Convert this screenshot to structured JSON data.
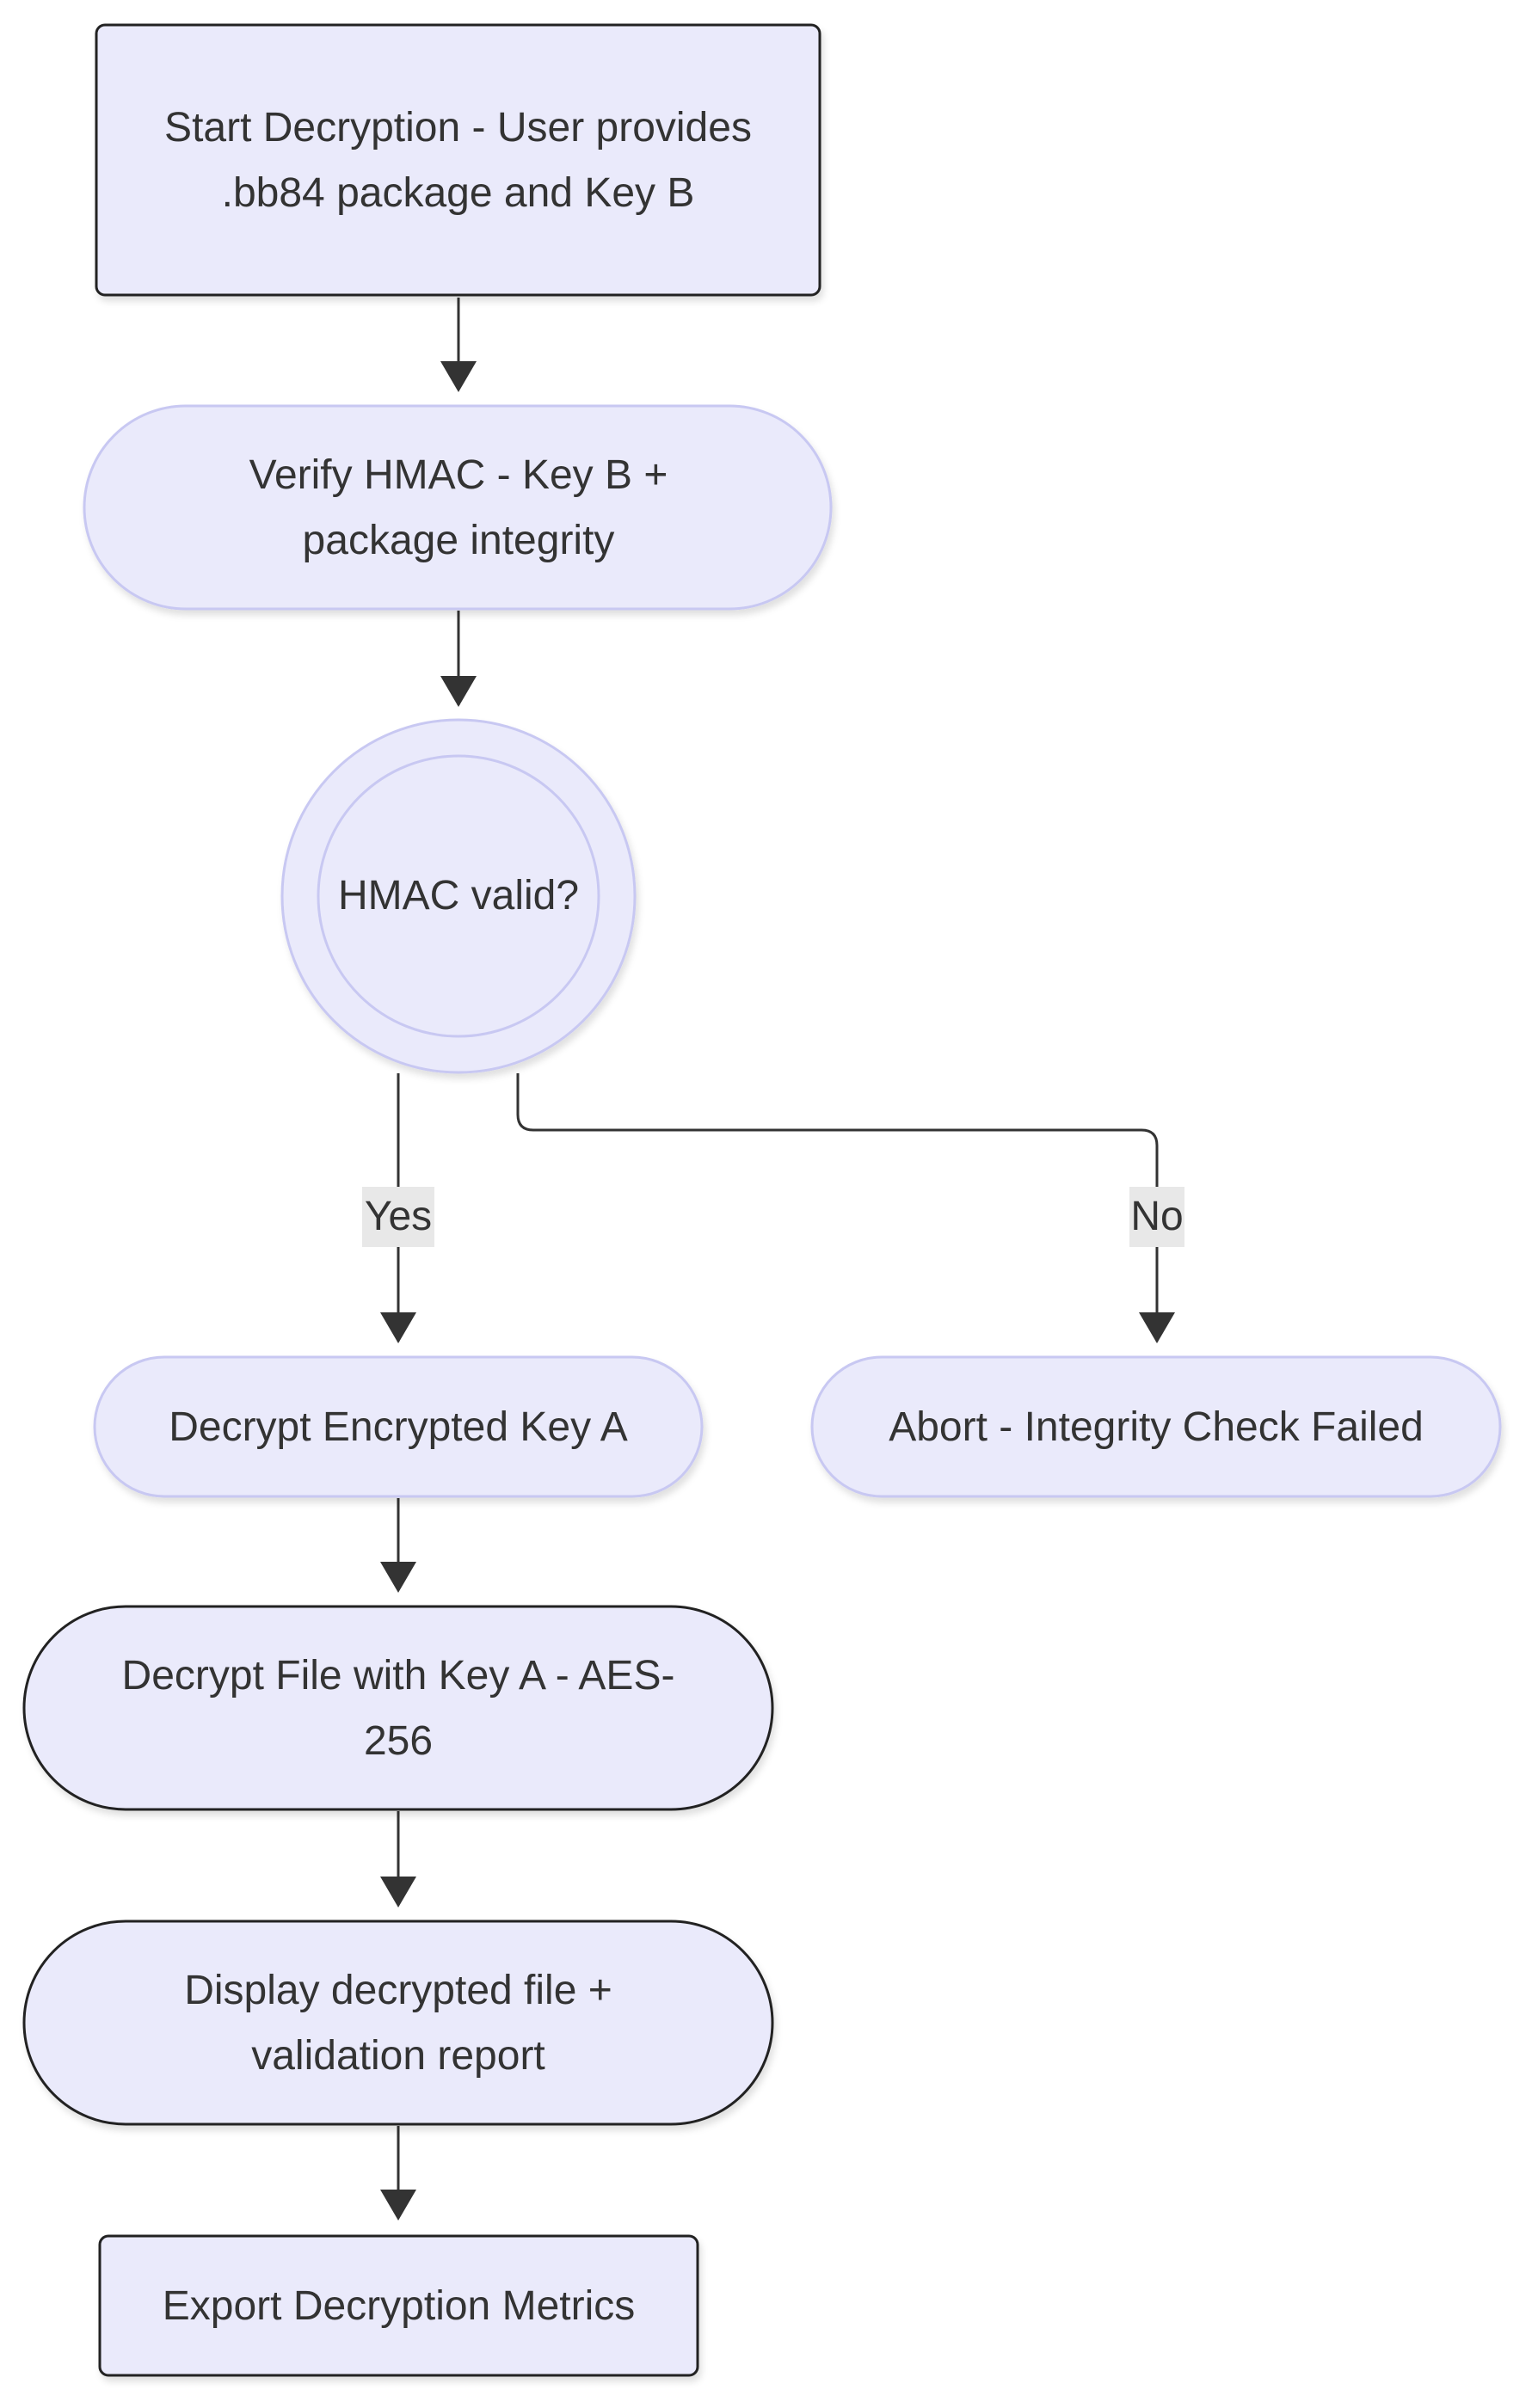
{
  "colors": {
    "node_fill": "#eaeafb",
    "node_border": "#c8c8f2",
    "node_border_dark": "#222222",
    "edge": "#333333",
    "label_bg": "#e8e8e8",
    "text": "#333333"
  },
  "nodes": {
    "start": "Start Decryption - User provides .bb84 package and Key B",
    "verify_hmac": "Verify HMAC - Key B + package integrity",
    "hmac_valid": "HMAC valid?",
    "decrypt_key_a": "Decrypt Encrypted Key A",
    "abort": "Abort - Integrity Check Failed",
    "decrypt_file": "Decrypt File with Key A - AES-256",
    "display": "Display decrypted file + validation report",
    "export": "Export Decryption Metrics"
  },
  "edges": {
    "yes_label": "Yes",
    "no_label": "No"
  }
}
